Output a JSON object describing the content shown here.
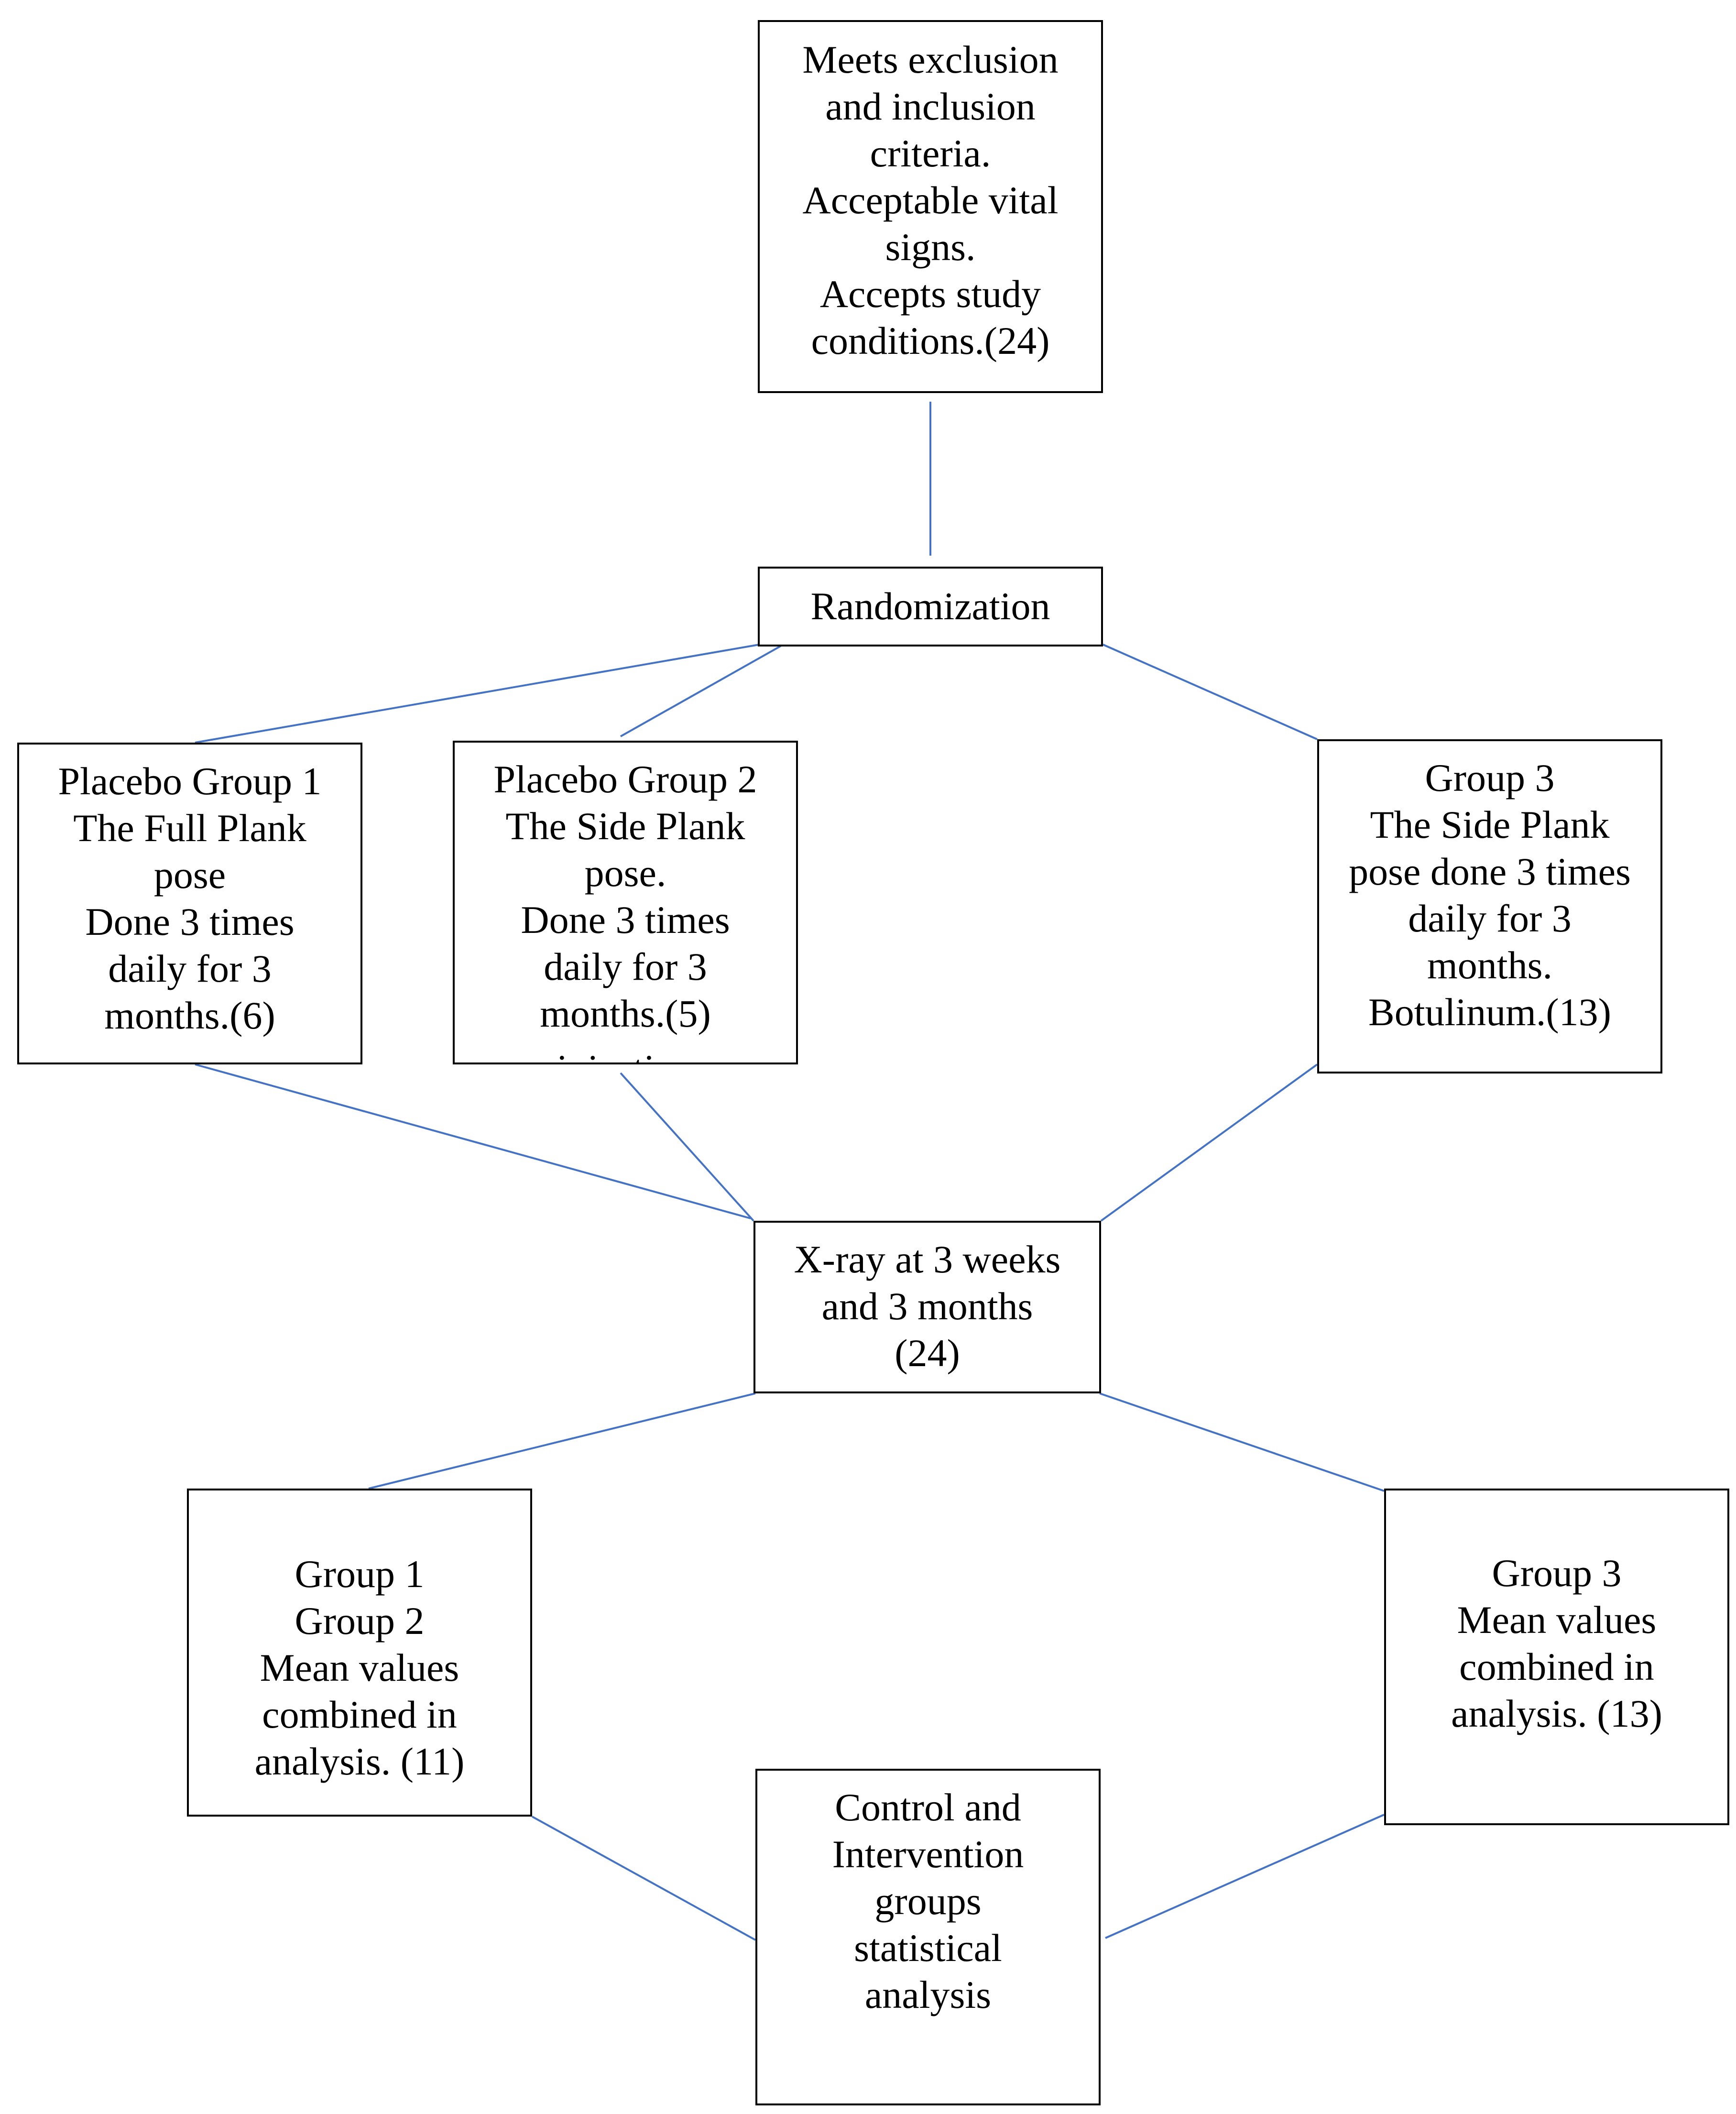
{
  "diagram": {
    "line_color": "#4472c4",
    "border_color": "#000000",
    "nodes": {
      "eligibility": [
        "Meets exclusion",
        "and inclusion",
        "criteria.",
        "Acceptable vital",
        "signs.",
        "Accepts study",
        "conditions.(24)"
      ],
      "randomization": [
        "Randomization"
      ],
      "placebo_group_1": [
        "Placebo Group 1",
        "The Full Plank",
        "pose",
        "Done 3 times",
        "daily for 3",
        "months.(6)"
      ],
      "placebo_group_2": [
        "Placebo Group 2",
        "The Side Plank",
        "pose.",
        "Done 3 times",
        "daily for 3",
        "months.(5)"
      ],
      "placebo_group_2_clipped": "injection",
      "group_3": [
        "Group 3",
        "The Side Plank",
        "pose done 3 times",
        "daily for 3",
        "months.",
        "Botulinum.(13)"
      ],
      "xray": [
        "X-ray at 3 weeks",
        "and 3 months",
        "(24)"
      ],
      "group_1_2_analysis": [
        "Group 1",
        "Group 2",
        "Mean values",
        "combined in",
        "analysis. (11)"
      ],
      "group_3_analysis": [
        "Group 3",
        "Mean values",
        "combined in",
        "analysis. (13)"
      ],
      "statistical_analysis": [
        "Control and",
        "Intervention",
        "groups",
        "statistical",
        "analysis"
      ]
    }
  }
}
